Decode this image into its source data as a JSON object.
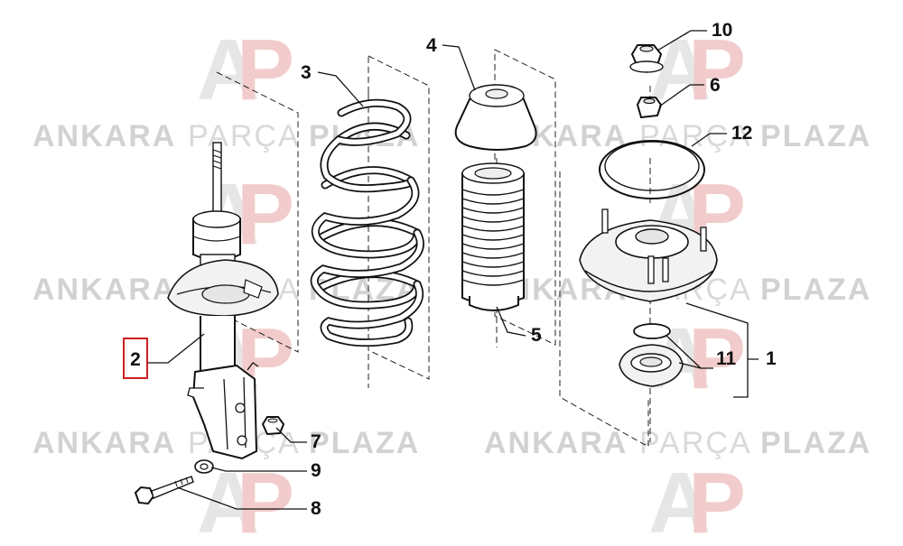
{
  "watermark": {
    "word_bold_1": "ANKARA",
    "word_thin": "PARÇA",
    "word_bold_2": "PLAZA",
    "logo_left": "A",
    "logo_right": "P"
  },
  "callouts": {
    "c1": "1",
    "c2": "2",
    "c3": "3",
    "c4": "4",
    "c5": "5",
    "c6": "6",
    "c7": "7",
    "c8": "8",
    "c9": "9",
    "c10": "10",
    "c11": "11",
    "c12": "12"
  },
  "colors": {
    "highlight_box": "#cc1f1f",
    "line": "#111111",
    "watermark_gray": "#d2d2d2",
    "watermark_pink": "#f2cccc"
  }
}
